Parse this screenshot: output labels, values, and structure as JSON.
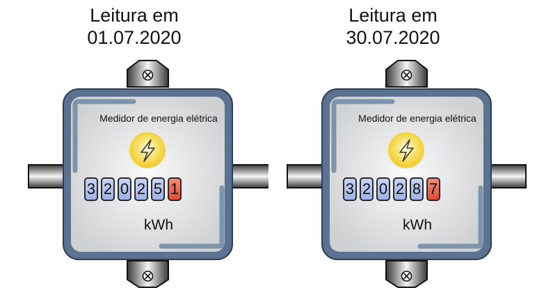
{
  "meters": [
    {
      "title_line1": "Leitura em",
      "title_line2": "01.07.2020",
      "device_label": "Medidor de energia elétrica",
      "unit": "kWh",
      "digits": [
        "3",
        "2",
        "0",
        "2",
        "5",
        "1"
      ],
      "icon": "lightning-bolt-icon"
    },
    {
      "title_line1": "Leitura em",
      "title_line2": "30.07.2020",
      "device_label": "Medidor de energia elétrica",
      "unit": "kWh",
      "digits": [
        "3",
        "2",
        "0",
        "2",
        "8",
        "7"
      ],
      "icon": "lightning-bolt-icon"
    }
  ],
  "colors": {
    "frame": "#5b7390",
    "panel": "#e6e6e6",
    "digit": "#b4c4ee",
    "digit_last": "#e8644a",
    "lamp": "#f7dc52"
  }
}
